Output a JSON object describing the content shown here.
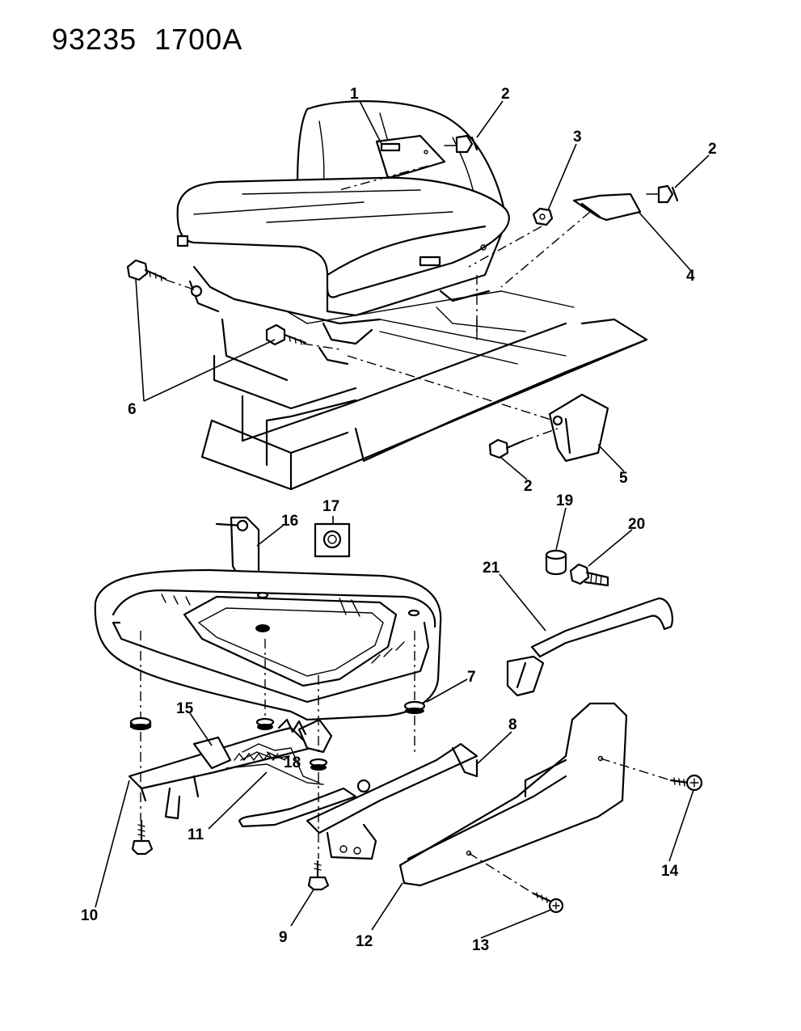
{
  "header": {
    "code_left": "93235",
    "code_right": "1700A"
  },
  "callouts": [
    "1",
    "2",
    "3",
    "2",
    "4",
    "6",
    "5",
    "2",
    "16",
    "17",
    "19",
    "20",
    "21",
    "7",
    "15",
    "8",
    "18",
    "11",
    "10",
    "9",
    "12",
    "13",
    "14"
  ]
}
